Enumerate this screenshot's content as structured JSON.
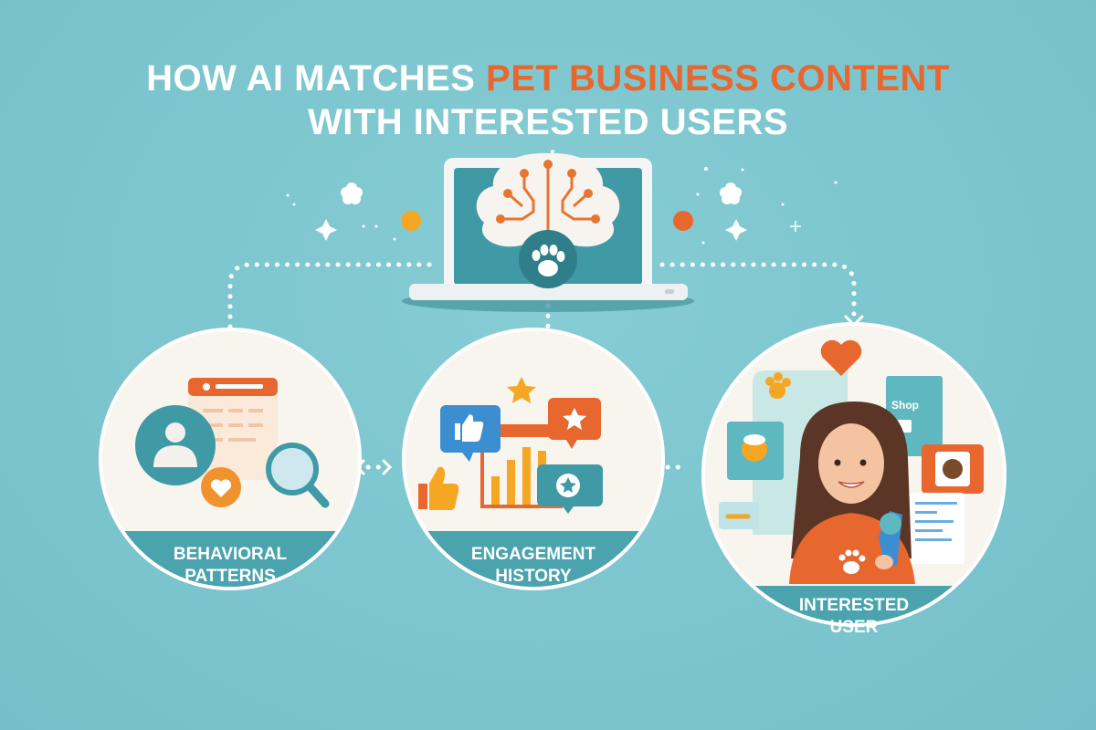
{
  "title": {
    "prefix": "HOW AI MATCHES ",
    "accent": "PET BUSINESS CONTENT",
    "line2": "WITH INTERESTED USERS"
  },
  "colors": {
    "background": "#7ec8d0",
    "accent_orange": "#e8672f",
    "amber": "#f5a623",
    "teal_dark": "#3f9aa6",
    "teal_band": "#4aa3ad",
    "circle_fill": "#f7f3ee",
    "white": "#ffffff"
  },
  "hub": {
    "device": "laptop",
    "icon": "brain-circuit-icon",
    "badge": "paw-icon"
  },
  "nodes": [
    {
      "id": "behavioral",
      "label_line1": "BEHAVIORAL",
      "label_line2": "PATTERNS",
      "icons": [
        "user-profile-icon",
        "document-icon",
        "heart-icon",
        "magnifier-icon"
      ]
    },
    {
      "id": "engagement",
      "label_line1": "ENGAGEMENT",
      "label_line2": "HISTORY",
      "icons": [
        "thumbs-up-icon",
        "star-icon",
        "bar-chart-icon",
        "review-bubble-icon"
      ]
    },
    {
      "id": "user",
      "label_line1": "INTERESTED",
      "label_line2": "USER",
      "icons": [
        "woman-avatar",
        "heart-icon",
        "paw-icon",
        "dog-photo-icon",
        "shop-card-icon",
        "bone-icon"
      ],
      "shop_text": "Shop"
    }
  ]
}
